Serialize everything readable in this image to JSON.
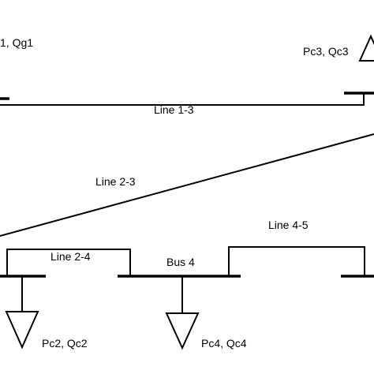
{
  "labels": {
    "gen_pq": "1, Qg1",
    "load3": "Pc3, Qc3",
    "line13": "Line 1-3",
    "line23": "Line 2-3",
    "line24": "Line 2-4",
    "line45": "Line 4-5",
    "bus4": "Bus 4",
    "load2": "Pc2, Qc2",
    "load4": "Pc4, Qc4"
  }
}
